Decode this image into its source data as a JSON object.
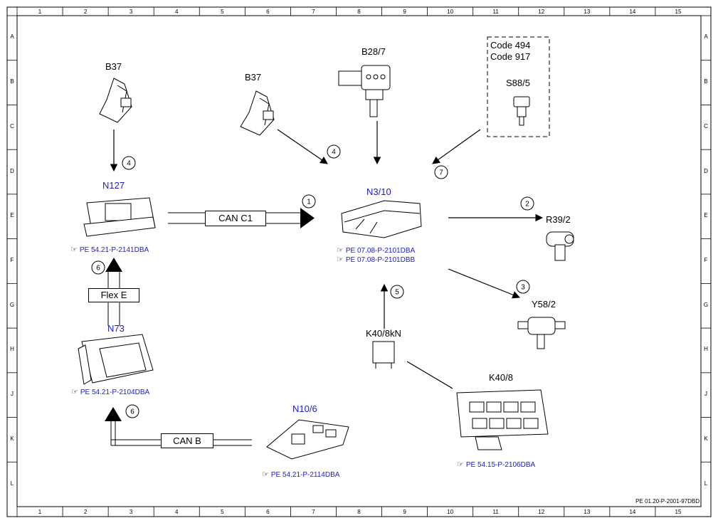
{
  "grid": {
    "columns": [
      "1",
      "2",
      "3",
      "4",
      "5",
      "6",
      "7",
      "8",
      "9",
      "10",
      "11",
      "12",
      "13",
      "14",
      "15"
    ],
    "rows": [
      "A",
      "B",
      "C",
      "D",
      "E",
      "F",
      "G",
      "H",
      "J",
      "K",
      "L"
    ]
  },
  "components": {
    "b37_left": "B37",
    "b37_mid": "B37",
    "b28_7": "B28/7",
    "option_code_1": "Code 494",
    "option_code_2": "Code 917",
    "s88_5": "S88/5",
    "n127": "N127",
    "n3_10": "N3/10",
    "r39_2": "R39/2",
    "y58_2": "Y58/2",
    "n73": "N73",
    "k40_8kn": "K40/8kN",
    "k40_8": "K40/8",
    "n10_6": "N10/6"
  },
  "buses": {
    "can_c1": "CAN C1",
    "flex_e": "Flex E",
    "can_b": "CAN B"
  },
  "signal_numbers": [
    "1",
    "2",
    "3",
    "4",
    "4",
    "5",
    "6",
    "6",
    "7"
  ],
  "references": {
    "n127": "PE 54.21-P-2141DBA",
    "n3_10_a": "PE 07.08-P-2101DBA",
    "n3_10_b": "PE 07.08-P-2101DBB",
    "n73": "PE 54.21-P-2104DBA",
    "n10_6": "PE 54.21-P-2114DBA",
    "k40_8": "PE 54.15-P-2106DBA"
  },
  "footer": "PE 01.20-P-2001-97DBD",
  "colors": {
    "reference_blue": "#1a1ad6",
    "ecu_label_blue": "#1a1ad6"
  }
}
